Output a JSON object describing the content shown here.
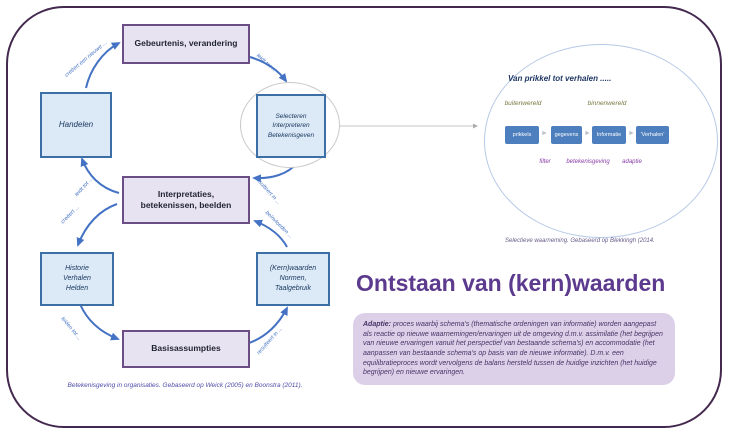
{
  "slide": {
    "title": "Ontstaan van (kern)waarden",
    "caption_left": "Betekenisgeving in organisaties. Gebaseerd op Weick (2005) en Boonstra (2011).",
    "caption_right": "Selectieve waarneming. Gebaseerd op Blekkingh (2014."
  },
  "cycle": {
    "boxes": {
      "gebeurtenis": {
        "label": "Gebeurtenis, verandering"
      },
      "handelen": {
        "label": "Handelen"
      },
      "selecteren": {
        "lines": [
          "Selecteren",
          "Interpreteren",
          "Betekenisgeven"
        ]
      },
      "interpretaties": {
        "lines": [
          "Interpretaties,",
          "betekenissen, beelden"
        ]
      },
      "historie": {
        "lines": [
          "Historie",
          "Verhalen",
          "Helden"
        ]
      },
      "kernwaarden": {
        "lines": [
          "(Kern)waarden",
          "Normen,",
          "Taalgebruik"
        ]
      },
      "basisassumpties": {
        "label": "Basisassumpties"
      }
    },
    "arrow_labels": {
      "handelen_to_gebeurtenis": "creëert een nieuwe ...",
      "gebeurtenis_to_selecteren": "leidt tot ...",
      "selecteren_to_interpretaties": "resulteert in ...",
      "interpretaties_to_handelen": "leidt tot ...",
      "interpretaties_to_historie": "creëert ...",
      "historie_to_basisassumpties": "leiden tot ...",
      "basisassumpties_to_kernwaarden": "resulteert in ...",
      "kernwaarden_to_interpretaties": "beïnvloeden ..."
    }
  },
  "prikkel_diagram": {
    "title": "Van prikkel tot verhalen .....",
    "outer_world_label": "buitenwereld",
    "inner_world_label": "binnenwereld",
    "boxes": [
      "prikkels",
      "gegevens",
      "Informatie",
      "'Verhalen'"
    ],
    "process_labels": [
      "filter",
      "betekenisgeving",
      "adaptie"
    ]
  },
  "adaptie_note": {
    "term": "Adaptie:",
    "text": " proces waarbij schema's (thematische ordeningen van informatie) worden aangepast als reactie op nieuwe waarnemingen/ervaringen uit de omgeving  d.m.v. assimilatie  (het begrijpen van nieuwe ervaringen vanuit het perspectief van bestaande schema's) en accommodatie (het aanpassen van bestaande schema's op basis van de nieuwe informatie). D.m.v. een equilibratieproces wordt vervolgens de balans hersteld tussen de huidige inzichten (het huidige begrijpen) en nieuwe ervaringen."
  },
  "colors": {
    "frame_border": "#44294F",
    "purple_box_border": "#6C4E87",
    "purple_box_fill": "#E8E3F0",
    "blue_box_border": "#3C6FA5",
    "blue_box_fill": "#DCE9F6",
    "cycle_arrow": "#4472C4",
    "small_box_fill": "#4D7EBE",
    "world_olive": "#7A7A45",
    "process_purple": "#9D5FC0",
    "title_purple": "#5C3A8E",
    "note_fill": "#DBD0E8"
  }
}
